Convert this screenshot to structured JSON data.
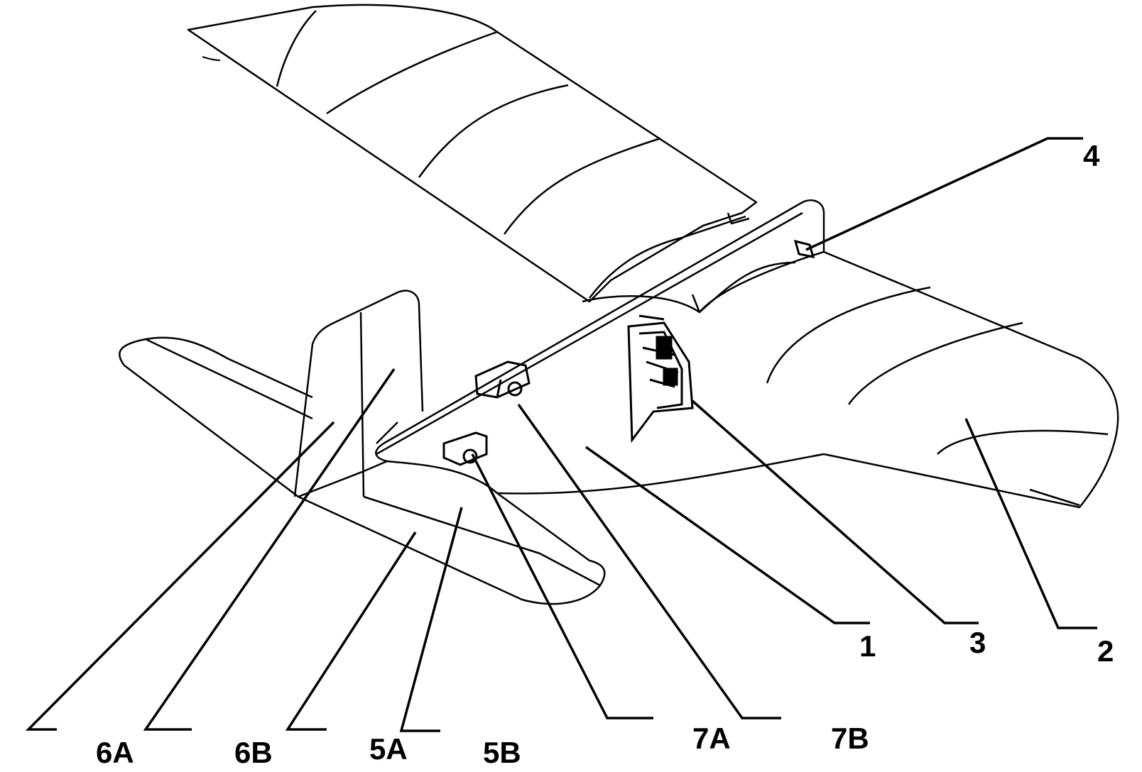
{
  "colors": {
    "line": "#000000",
    "background": "#ffffff"
  },
  "labels": {
    "l4": "4",
    "l1": "1",
    "l3": "3",
    "l2": "2",
    "l6a": "6A",
    "l6b": "6B",
    "l5a": "5A",
    "l5b": "5B",
    "l7a": "7A",
    "l7b": "7B"
  }
}
